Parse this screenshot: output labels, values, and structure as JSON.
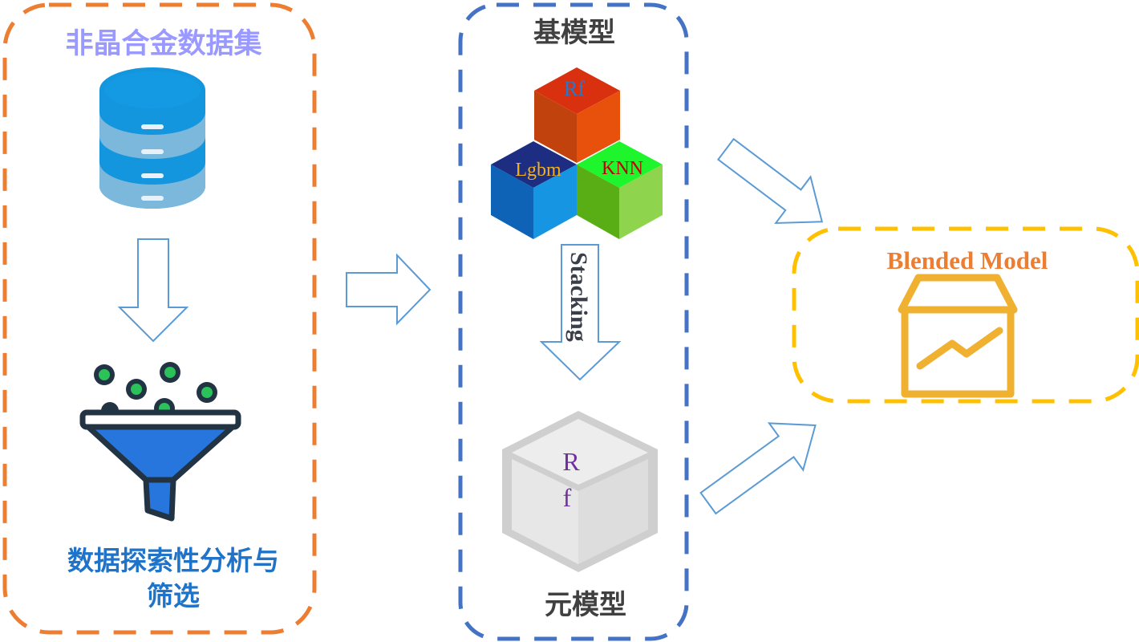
{
  "left_panel": {
    "title": "非晶合金数据集",
    "caption_line1": "数据探索性分析与",
    "caption_line2": "筛选"
  },
  "middle_panel": {
    "title": "基模型",
    "base_models": {
      "top": "Rf",
      "left": "Lgbm",
      "right": "KNN"
    },
    "stacking_label": "Stacking",
    "meta_model_line1": "R",
    "meta_model_line2": "f",
    "footer": "元模型"
  },
  "right_panel": {
    "title": "Blended Model"
  },
  "colors": {
    "left_border": "#ED7D31",
    "middle_border": "#4472C4",
    "right_border": "#FFC000",
    "arrow_stroke": "#5B9BD5",
    "left_title": "#9999FF",
    "left_caption": "#1F73C8",
    "middle_title": "#404040",
    "blended_title": "#ED7D31",
    "box_icon": "#F0B030"
  }
}
